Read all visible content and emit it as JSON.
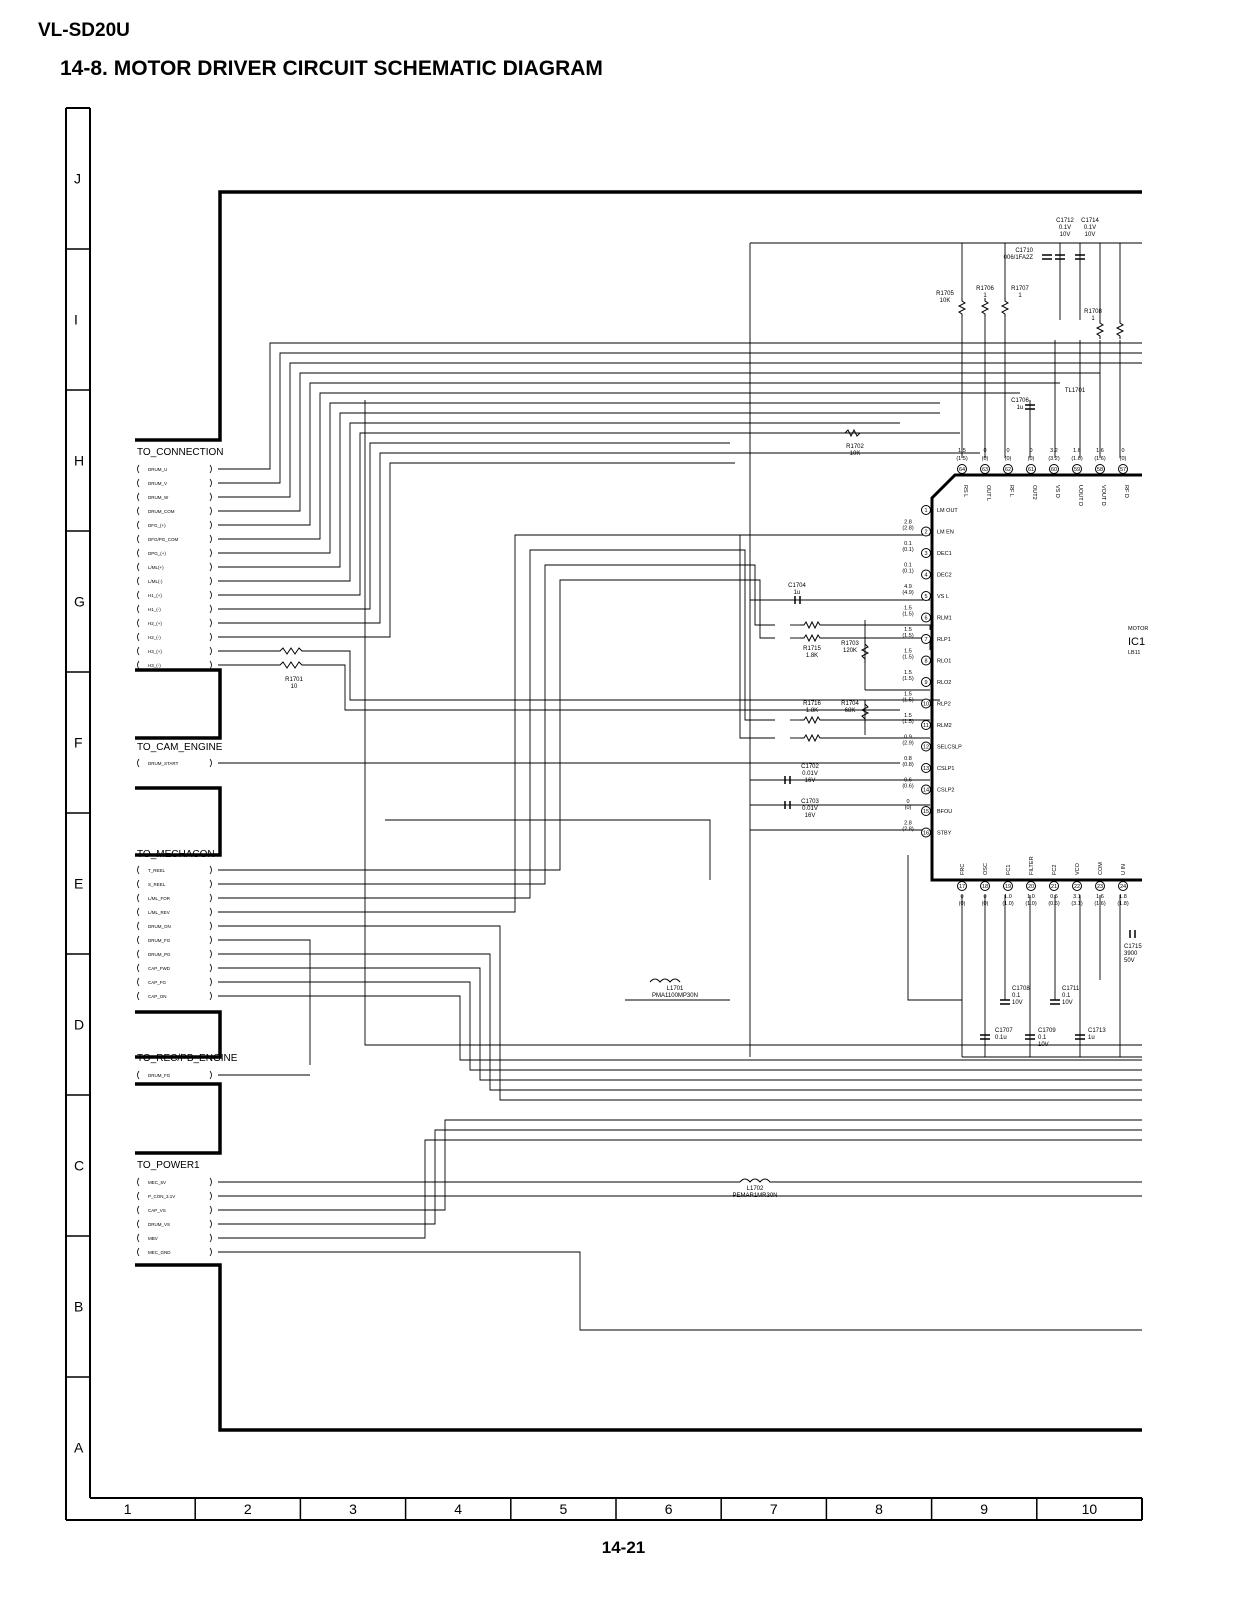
{
  "header": {
    "model": "VL-SD20U",
    "title": "14-8. MOTOR DRIVER CIRCUIT SCHEMATIC DIAGRAM"
  },
  "footer": {
    "page_number": "14-21"
  },
  "grid": {
    "rows": [
      "J",
      "I",
      "H",
      "G",
      "F",
      "E",
      "D",
      "C",
      "B",
      "A"
    ],
    "columns": [
      "1",
      "2",
      "3",
      "4",
      "5",
      "6",
      "7",
      "8",
      "9",
      "10"
    ]
  },
  "connectors": {
    "connection": {
      "title": "TO_CONNECTION",
      "signals": [
        "DRUM_U",
        "DRUM_V",
        "DRUM_W",
        "DRUM_COM",
        "DFG_(+)",
        "DFG/PG_COM",
        "DPG_(+)",
        "L/ML(+)",
        "L/ML(-)",
        "H1_(+)",
        "H1_(-)",
        "H2_(+)",
        "H2_(-)",
        "H3_(+)",
        "H3_(-)"
      ]
    },
    "cam_engine": {
      "title": "TO_CAM_ENGINE",
      "signals": [
        "DRUM_START"
      ]
    },
    "mechacon": {
      "title": "TO_MECHACON",
      "signals": [
        "T_REEL",
        "S_REEL",
        "L/ML_FOR",
        "L/ML_REV",
        "DRUM_ON",
        "DRUM_FG",
        "DRUM_PG",
        "CAP_FWD",
        "CAP_FG",
        "CAP_ON"
      ]
    },
    "rec_pb": {
      "title": "TO_REC/PB_ENGINE",
      "signals": [
        "DRUM_FG"
      ]
    },
    "power": {
      "title": "TO_POWER1",
      "signals": [
        "MEC_5V",
        "P_CON_3.1V",
        "CAP_VS",
        "DRUM_VS",
        "MBV",
        "MEC_GND"
      ]
    }
  },
  "components": {
    "r1701": {
      "ref": "R1701",
      "value": "10"
    },
    "r1702": {
      "ref": "R1702",
      "value": "10K"
    },
    "r1703": {
      "ref": "R1703",
      "value": "120K"
    },
    "r1704": {
      "ref": "R1704",
      "value": "68K"
    },
    "r1705": {
      "ref": "R1705",
      "value": "10K"
    },
    "r1706": {
      "ref": "R1706",
      "value": "1"
    },
    "r1707": {
      "ref": "R1707",
      "value": "1"
    },
    "r1708": {
      "ref": "R1708",
      "value": "1"
    },
    "r1715": {
      "ref": "R1715",
      "value": "1.8K"
    },
    "r1716": {
      "ref": "R1716",
      "value": "1.8K"
    },
    "c1702": {
      "ref": "C1702",
      "value": "0.01V",
      "voltage": "16V"
    },
    "c1703": {
      "ref": "C1703",
      "value": "0.01V",
      "voltage": "16V"
    },
    "c1704": {
      "ref": "C1704",
      "value": "1u"
    },
    "c1706": {
      "ref": "C1706",
      "value": "1u"
    },
    "c1707": {
      "ref": "C1707",
      "value": "0.1u"
    },
    "c1708": {
      "ref": "C1708",
      "value": "0.1",
      "voltage": "10V"
    },
    "c1709": {
      "ref": "C1709",
      "value": "0.1",
      "voltage": "10V"
    },
    "c1710": {
      "ref": "C1710",
      "value": "006/1FA2Z"
    },
    "c1711": {
      "ref": "C1711",
      "value": "0.1",
      "voltage": "10V"
    },
    "c1712": {
      "ref": "C1712",
      "value": "0.1V",
      "voltage": "10V"
    },
    "c1713": {
      "ref": "C1713",
      "value": "1u"
    },
    "c1714": {
      "ref": "C1714",
      "value": "0.1V",
      "voltage": "10V"
    },
    "c1715": {
      "ref": "C1715",
      "value": "3900",
      "voltage": "50V"
    },
    "l1701": {
      "ref": "L1701",
      "value": "PMA1100MP30N"
    },
    "l1702": {
      "ref": "L1702",
      "value": "PEMAR1MR30N"
    },
    "tl1701": {
      "ref": "TL1701"
    }
  },
  "ic": {
    "label_prefix": "MOTOR",
    "ref": "IC1",
    "part": "LB11",
    "left_pins": [
      {
        "num": "1",
        "name": "LM OUT",
        "v": "",
        "vp": ""
      },
      {
        "num": "2",
        "name": "LM EN",
        "v": "2.8",
        "vp": "(2.8)"
      },
      {
        "num": "3",
        "name": "DEC1",
        "v": "0.1",
        "vp": "(0.1)"
      },
      {
        "num": "4",
        "name": "DEC2",
        "v": "0.1",
        "vp": "(0.1)"
      },
      {
        "num": "5",
        "name": "VS L",
        "v": "4.9",
        "vp": "(4.9)"
      },
      {
        "num": "6",
        "name": "RLM1",
        "v": "1.5",
        "vp": "(1.5)"
      },
      {
        "num": "7",
        "name": "RLP1",
        "v": "1.5",
        "vp": "(1.5)"
      },
      {
        "num": "8",
        "name": "RLO1",
        "v": "1.5",
        "vp": "(1.5)"
      },
      {
        "num": "9",
        "name": "RLO2",
        "v": "1.5",
        "vp": "(1.5)"
      },
      {
        "num": "10",
        "name": "RLP2",
        "v": "1.5",
        "vp": "(1.5)"
      },
      {
        "num": "11",
        "name": "RLM2",
        "v": "1.5",
        "vp": "(1.5)"
      },
      {
        "num": "12",
        "name": "SELCSLP",
        "v": "0.9",
        "vp": "(2.9)"
      },
      {
        "num": "13",
        "name": "CSLP1",
        "v": "0.8",
        "vp": "(0.8)"
      },
      {
        "num": "14",
        "name": "CSLP2",
        "v": "0.6",
        "vp": "(0.6)"
      },
      {
        "num": "15",
        "name": "BFOU",
        "v": "0",
        "vp": "(0)"
      },
      {
        "num": "16",
        "name": "STBY",
        "v": "2.8",
        "vp": "(2.8)"
      }
    ],
    "top_pins": [
      {
        "num": "64",
        "name": "RS L",
        "v": "1.5",
        "vp": "(1.5)"
      },
      {
        "num": "63",
        "name": "OUT L",
        "v": "0",
        "vp": "(0)"
      },
      {
        "num": "62",
        "name": "RF L",
        "v": "0",
        "vp": "(0)"
      },
      {
        "num": "61",
        "name": "OUT2",
        "v": "0",
        "vp": "(0)"
      },
      {
        "num": "60",
        "name": "VS D",
        "v": "3.2",
        "vp": "(3.2)"
      },
      {
        "num": "59",
        "name": "UOUT D",
        "v": "1.6",
        "vp": "(1.6)"
      },
      {
        "num": "58",
        "name": "VOUT D",
        "v": "1.6",
        "vp": "(1.6)"
      },
      {
        "num": "57",
        "name": "RF D",
        "v": "0",
        "vp": "(0)"
      }
    ],
    "bottom_pins": [
      {
        "num": "17",
        "name": "FRC",
        "v": "0",
        "vp": "(0)"
      },
      {
        "num": "18",
        "name": "OSC",
        "v": "0",
        "vp": "(0)"
      },
      {
        "num": "19",
        "name": "FC1",
        "v": "1.0",
        "vp": "(1.0)"
      },
      {
        "num": "20",
        "name": "FILTER",
        "v": "1.0",
        "vp": "(1.0)"
      },
      {
        "num": "21",
        "name": "FC2",
        "v": "0.6",
        "vp": "(0.6)"
      },
      {
        "num": "22",
        "name": "VCO",
        "v": "3.1",
        "vp": "(3.1)"
      },
      {
        "num": "23",
        "name": "COM",
        "v": "1.6",
        "vp": "(1.6)"
      },
      {
        "num": "24",
        "name": "U IN",
        "v": "1.8",
        "vp": "(1.8)"
      }
    ]
  }
}
